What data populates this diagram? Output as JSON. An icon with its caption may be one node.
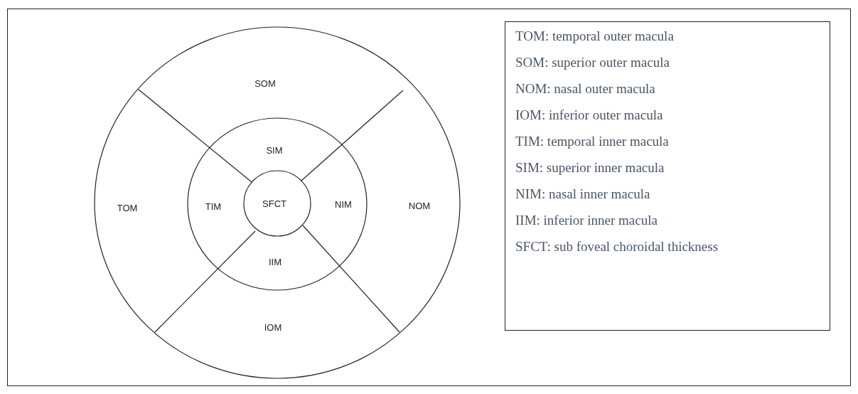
{
  "diagram": {
    "nodes": [
      {
        "text": [
          "SOM"
        ]
      },
      {
        "text": [
          "SIM"
        ]
      },
      {
        "text": [
          "TOM"
        ]
      },
      {
        "text": [
          "TIM"
        ]
      },
      {
        "text": [
          "SFCT"
        ]
      },
      {
        "text": [
          "NIM"
        ]
      },
      {
        "text": [
          "NOM"
        ]
      },
      {
        "text": [
          "IIM"
        ]
      },
      {
        "text": [
          "IOM"
        ]
      },
      {
        "text": [
          "TOM: temporal outer macula",
          "SOM: superior outer macula",
          "NOM: nasal outer macula",
          "IOM: inferior outer macula",
          "TIM: temporal inner macula",
          "SIM: superior inner macula",
          "NIM: nasal inner macula",
          "IIM: inferior inner macula",
          "SFCT: sub foveal choroidal thickness"
        ]
      }
    ]
  }
}
